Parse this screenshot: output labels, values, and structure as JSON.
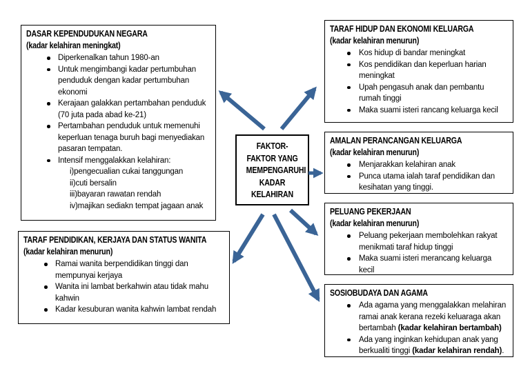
{
  "colors": {
    "arrow": "#3a6496",
    "box_border": "#000000",
    "text": "#000000",
    "background": "#ffffff"
  },
  "center": {
    "lines": [
      "FAKTOR-",
      "FAKTOR YANG",
      "MEMPENGARUHI",
      "KADAR",
      "KELAHIRAN"
    ]
  },
  "boxes": [
    {
      "id": "dasar-kependudukan-negara",
      "title": "DASAR KEPENDUDUKAN NEGARA",
      "subtitle": "(kadar kelahiran meningkat)",
      "items": [
        {
          "text": "Diperkenalkan tahun 1980-an"
        },
        {
          "text": "Untuk mengimbangi kadar pertumbuhan penduduk dengan kadar pertumbuhan ekonomi"
        },
        {
          "text": "Kerajaan galakkan pertambahan penduduk (70 juta pada abad ke-21)"
        },
        {
          "text": "Pertambahan penduduk untuk memenuhi keperluan tenaga buruh bagi menyediakan pasaran tempatan."
        },
        {
          "text": "Intensif menggalakkan kelahiran:",
          "sub": [
            "i)pengecualian cukai tanggungan",
            "ii)cuti bersalin",
            "iii)bayaran rawatan rendah",
            "iv)majikan sediakn tempat jagaan anak"
          ]
        }
      ]
    },
    {
      "id": "taraf-pendidikan-kerjaya-status-wanita",
      "title": "TARAF PENDIDIKAN, KERJAYA DAN STATUS WANITA",
      "subtitle": "(kadar kelahiran menurun)",
      "items": [
        {
          "text": "Ramai wanita berpendidikan tinggi dan mempunyai kerjaya"
        },
        {
          "text": "Wanita ini lambat berkahwin atau tidak mahu kahwin"
        },
        {
          "text": "Kadar kesuburan wanita kahwin lambat rendah"
        }
      ]
    },
    {
      "id": "taraf-hidup-ekonomi-keluarga",
      "title": "TARAF HIDUP DAN EKONOMI KELUARGA",
      "subtitle": "(kadar kelahiran menurun)",
      "items": [
        {
          "text": "Kos hidup di bandar meningkat"
        },
        {
          "text": "Kos pendidikan dan keperluan harian meningkat"
        },
        {
          "text": "Upah pengasuh anak dan pembantu rumah tinggi"
        },
        {
          "text": "Maka suami isteri rancang keluarga kecil"
        }
      ]
    },
    {
      "id": "amalan-perancangan-keluarga",
      "title": "AMALAN PERANCANGAN KELUARGA",
      "subtitle": "(kadar kelahiran menurun)",
      "items": [
        {
          "text": "Menjarakkan kelahiran anak"
        },
        {
          "text": "Punca utama ialah taraf pendidikan dan kesihatan yang tinggi."
        }
      ]
    },
    {
      "id": "peluang-pekerjaan",
      "title": "PELUANG PEKERJAAN",
      "subtitle": "(kadar kelahiran menurun)",
      "items": [
        {
          "text": "Peluang pekerjaan membolehkan rakyat menikmati taraf hidup tinggi"
        },
        {
          "text": "Maka suami isteri merancang keluarga kecil"
        }
      ]
    },
    {
      "id": "sosiobudaya-dan-agama",
      "title": "SOSIOBUDAYA DAN AGAMA",
      "subtitle": "",
      "items": [
        {
          "segments": [
            {
              "text": "Ada agama yang menggalakkan melahiran ramai anak kerana rezeki keluaraga akan bertambah ",
              "bold": false
            },
            {
              "text": "(kadar kelahiran bertambah)",
              "bold": true
            }
          ]
        },
        {
          "segments": [
            {
              "text": "Ada yang inginkan kehidupan anak yang berkualiti tinggi ",
              "bold": false
            },
            {
              "text": "(kadar kelahiran rendah)",
              "bold": true
            },
            {
              "text": ".",
              "bold": false
            }
          ]
        }
      ]
    }
  ]
}
